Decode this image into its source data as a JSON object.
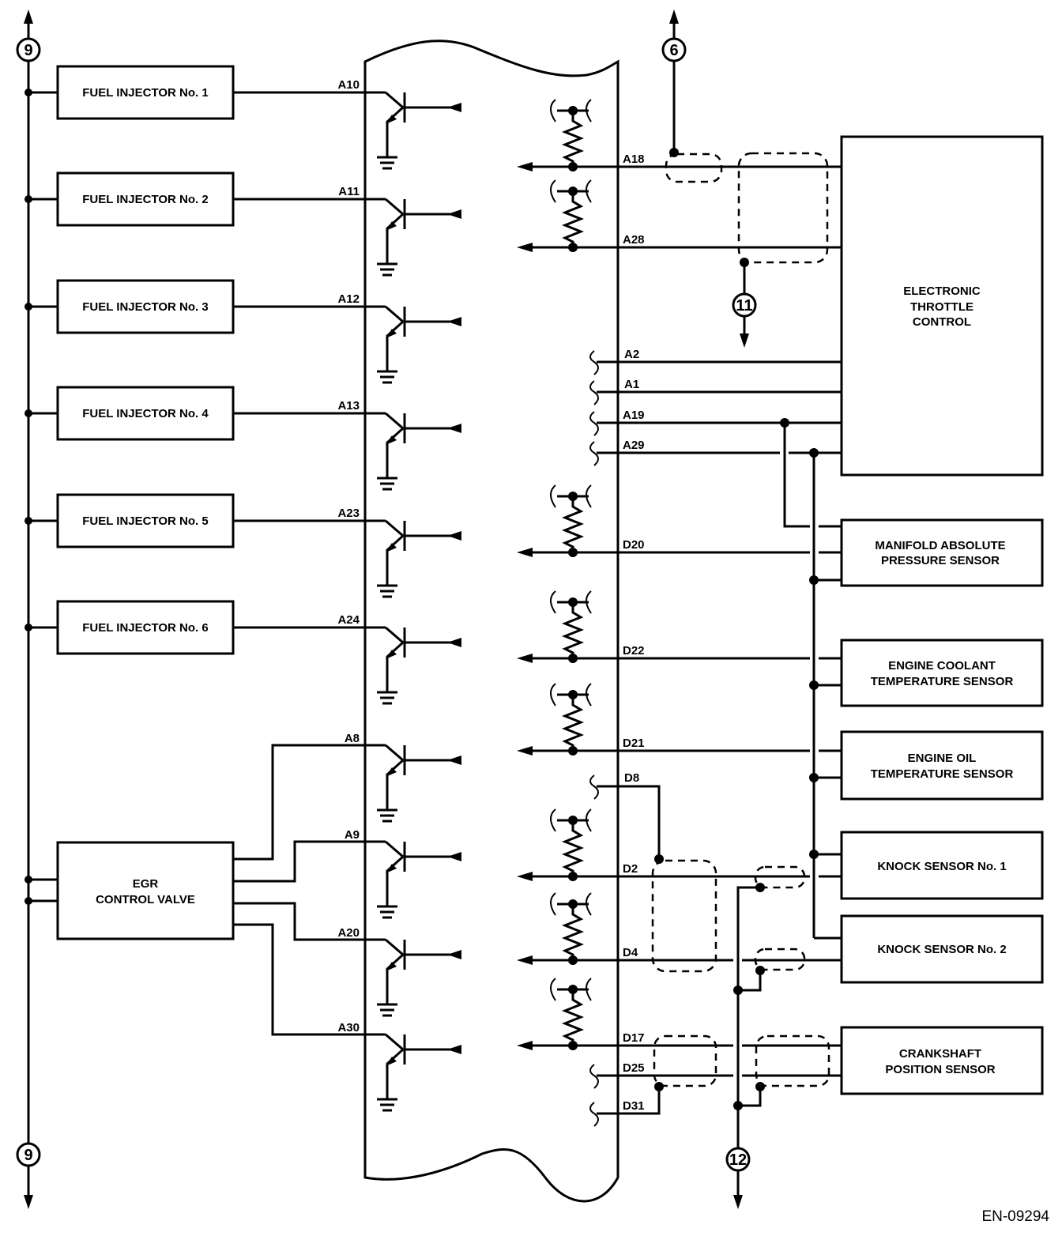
{
  "figure_id": "EN-09294",
  "connectors": {
    "left_top": "9",
    "left_bottom": "9",
    "top_a18": "6",
    "shield_etc": "11",
    "bottom_shield": "12"
  },
  "injectors": [
    {
      "label": "FUEL INJECTOR No. 1",
      "pin": "A10"
    },
    {
      "label": "FUEL INJECTOR No. 2",
      "pin": "A11"
    },
    {
      "label": "FUEL INJECTOR No. 3",
      "pin": "A12"
    },
    {
      "label": "FUEL INJECTOR No. 4",
      "pin": "A13"
    },
    {
      "label": "FUEL INJECTOR No. 5",
      "pin": "A23"
    },
    {
      "label": "FUEL INJECTOR No. 6",
      "pin": "A24"
    }
  ],
  "egr": {
    "label_line1": "EGR",
    "label_line2": "CONTROL VALVE",
    "pins": [
      "A8",
      "A9",
      "A20",
      "A30"
    ]
  },
  "right_pins": {
    "a18": "A18",
    "a28": "A28",
    "a2": "A2",
    "a1": "A1",
    "a19": "A19",
    "a29": "A29",
    "d20": "D20",
    "d22": "D22",
    "d21": "D21",
    "d8": "D8",
    "d2": "D2",
    "d4": "D4",
    "d17": "D17",
    "d25": "D25",
    "d31": "D31"
  },
  "components": {
    "etc": [
      "ELECTRONIC",
      "THROTTLE",
      "CONTROL"
    ],
    "map": [
      "MANIFOLD ABSOLUTE",
      "PRESSURE SENSOR"
    ],
    "ect": [
      "ENGINE COOLANT",
      "TEMPERATURE SENSOR"
    ],
    "eot": [
      "ENGINE OIL",
      "TEMPERATURE SENSOR"
    ],
    "ks1": [
      "KNOCK SENSOR No. 1"
    ],
    "ks2": [
      "KNOCK SENSOR No. 2"
    ],
    "ckp": [
      "CRANKSHAFT",
      "POSITION SENSOR"
    ]
  }
}
